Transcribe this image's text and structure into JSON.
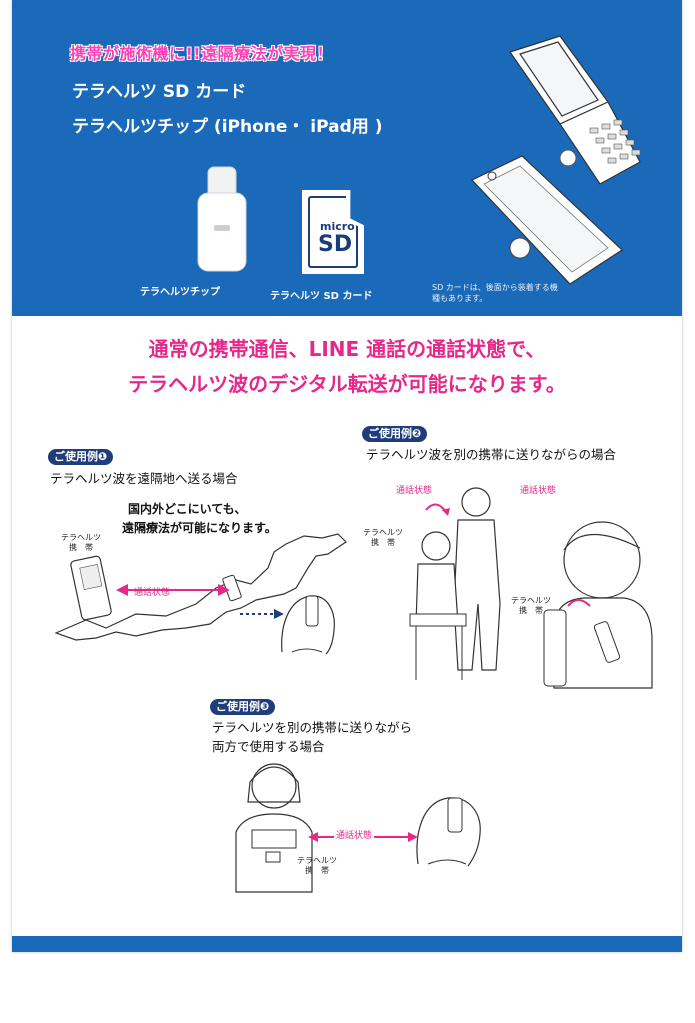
{
  "banner": {
    "tagline": "携帯が施術機に!!遠隔療法が実現！",
    "product1": "テラヘルツ SD カード",
    "product2": "テラヘルツチップ (iPhone・ iPad用 )",
    "chip_caption": "テラヘルツチップ",
    "sdcard_caption": "テラヘルツ SD カード",
    "sd_logo_micro": "micro",
    "sd_logo_sd": "SD",
    "sd_note": "SD カードは、後面から装着する機種もあります。"
  },
  "headline": {
    "line1": "通常の携帯通信、LINE 通話の通話状態で、",
    "line2": "テラヘルツ波のデジタル転送が可能になります。"
  },
  "example1": {
    "badge": "ご使用例❶",
    "title": "テラヘルツ波を遠隔地へ送る場合",
    "note_line1": "国内外どこにいても、",
    "note_line2": "遠隔療法が可能になります。",
    "phone_label_line1": "テラヘルツ",
    "phone_label_line2": "携　帯",
    "call_label": "通話状態"
  },
  "example2": {
    "badge": "ご使用例❷",
    "title": "テラヘルツ波を別の携帯に送りながらの場合",
    "call_label_left": "通話状態",
    "call_label_right": "通話状態",
    "phone_label_a_line1": "テラヘルツ",
    "phone_label_a_line2": "携　帯",
    "phone_label_b_line1": "テラヘルツ",
    "phone_label_b_line2": "携　帯"
  },
  "example3": {
    "badge": "ご使用例❸",
    "title_line1": "テラヘルツを別の携帯に送りながら",
    "title_line2": "両方で使用する場合",
    "call_label": "通話状態",
    "phone_label_line1": "テラヘルツ",
    "phone_label_line2": "携　帯"
  },
  "colors": {
    "banner_blue": "#1b6ab9",
    "headline_pink": "#e6288a",
    "badge_navy": "#1f3d7a"
  }
}
